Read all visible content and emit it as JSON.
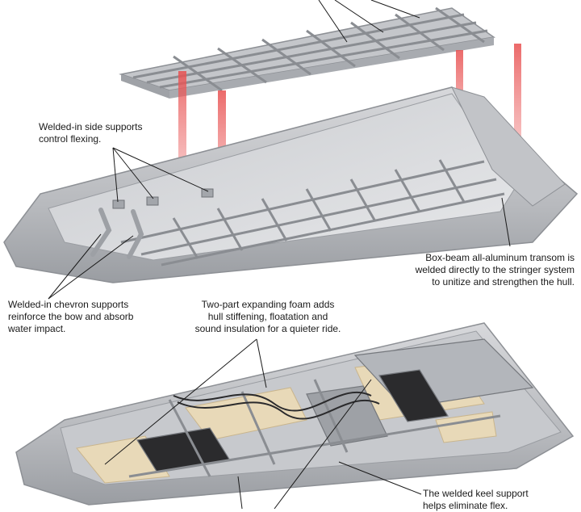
{
  "callouts": {
    "side_supports": {
      "lines": [
        "Welded-in side supports",
        "control flexing."
      ]
    },
    "transom": {
      "lines": [
        "Box-beam all-aluminum transom is",
        "welded directly to the stringer system",
        "to unitize and strengthen the hull."
      ]
    },
    "chevron": {
      "lines": [
        "Welded-in chevron supports",
        "reinforce the bow and absorb",
        "water impact."
      ]
    },
    "foam": {
      "lines": [
        "Two-part expanding foam adds",
        "hull stiffening, floatation and",
        "sound insulation for a quieter ride."
      ]
    },
    "keel": {
      "lines": [
        "The welded keel support",
        "helps eliminate flex."
      ]
    }
  },
  "colors": {
    "aluminum_light": "#dcdde0",
    "aluminum_mid": "#b9bbbf",
    "aluminum_dark": "#8d9095",
    "alignment_beam": "#e65a5a",
    "foam": "#e8d9b8",
    "leader_line": "#1a1a1a"
  }
}
